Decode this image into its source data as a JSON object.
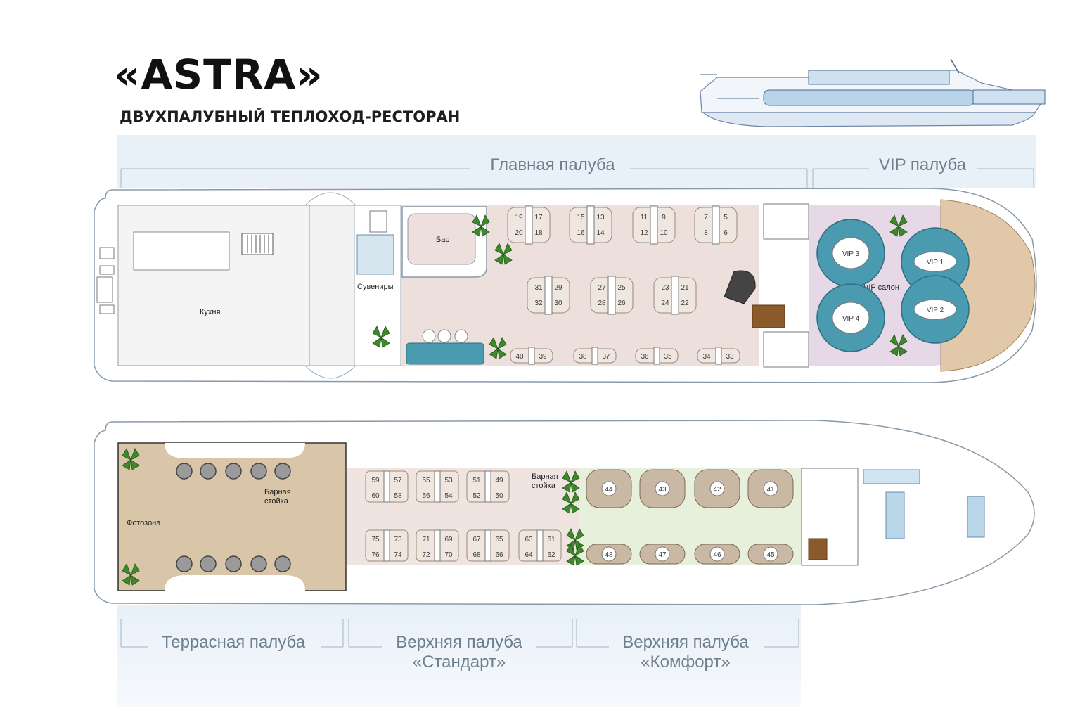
{
  "header": {
    "title": "«ASTRA»",
    "subtitle": "ДВУХПАЛУБНЫЙ ТЕПЛОХОД-РЕСТОРАН"
  },
  "deck_labels": {
    "main": "Главная палуба",
    "vip": "VIP палуба",
    "terrace": "Террасная палуба",
    "upper_standard_1": "Верхняя палуба",
    "upper_standard_2": "«Стандарт»",
    "upper_comfort_1": "Верхняя палуба",
    "upper_comfort_2": "«Комфорт»"
  },
  "rooms": {
    "kitchen": "Кухня",
    "bar": "Бар",
    "souvenirs": "Сувениры",
    "vip_salon": "VIP салон",
    "photo_zone": "Фотозона",
    "bar_counter_terrace_1": "Барная",
    "bar_counter_terrace_2": "стойка",
    "bar_counter_upper_1": "Барная",
    "bar_counter_upper_2": "стойка"
  },
  "vip_booths": [
    "VIP 1",
    "VIP 2",
    "VIP 3",
    "VIP 4"
  ],
  "main_deck_tables_top": [
    {
      "t": [
        "19",
        "17"
      ],
      "b": [
        "20",
        "18"
      ]
    },
    {
      "t": [
        "15",
        "13"
      ],
      "b": [
        "16",
        "14"
      ]
    },
    {
      "t": [
        "11",
        "9"
      ],
      "b": [
        "12",
        "10"
      ]
    },
    {
      "t": [
        "7",
        "5"
      ],
      "b": [
        "8",
        "6"
      ]
    }
  ],
  "main_deck_tables_mid": [
    {
      "t": [
        "31",
        "29"
      ],
      "b": [
        "32",
        "30"
      ]
    },
    {
      "t": [
        "27",
        "25"
      ],
      "b": [
        "28",
        "26"
      ]
    },
    {
      "t": [
        "23",
        "21"
      ],
      "b": [
        "24",
        "22"
      ]
    }
  ],
  "main_deck_tables_bottom": [
    [
      "40",
      "39"
    ],
    [
      "38",
      "37"
    ],
    [
      "36",
      "35"
    ],
    [
      "34",
      "33"
    ]
  ],
  "upper_standard_tables_top": [
    {
      "t": [
        "59",
        "57"
      ],
      "b": [
        "60",
        "58"
      ]
    },
    {
      "t": [
        "55",
        "53"
      ],
      "b": [
        "56",
        "54"
      ]
    },
    {
      "t": [
        "51",
        "49"
      ],
      "b": [
        "52",
        "50"
      ]
    }
  ],
  "upper_standard_tables_bottom": [
    {
      "t": [
        "75",
        "73"
      ],
      "b": [
        "76",
        "74"
      ]
    },
    {
      "t": [
        "71",
        "69"
      ],
      "b": [
        "72",
        "70"
      ]
    },
    {
      "t": [
        "67",
        "65"
      ],
      "b": [
        "68",
        "66"
      ]
    },
    {
      "t": [
        "63",
        "61"
      ],
      "b": [
        "64",
        "62"
      ]
    }
  ],
  "comfort_tables_top": [
    "44",
    "43",
    "42",
    "41"
  ],
  "comfort_tables_bottom": [
    "48",
    "47",
    "46",
    "45"
  ],
  "colors": {
    "deck_label_bg": "#e8f0f8",
    "main_floor": "#ede0dc",
    "vip_floor": "#e6d8e6",
    "terrace_floor": "#d9c6a8",
    "standard_floor": "#f0e4e0",
    "comfort_floor": "#e6f0da",
    "sofa_teal": "#4a9ab0",
    "chair_brown": "#b8a68f",
    "plant": "#3d8a2a",
    "label_text": "#6d7e8f"
  }
}
